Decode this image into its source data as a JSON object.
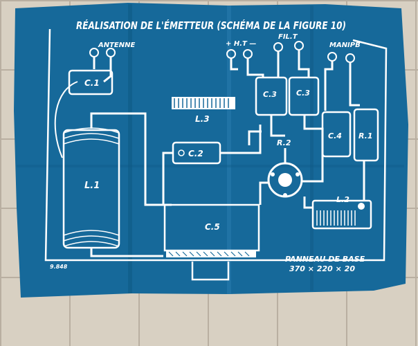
{
  "title": "RÉALISATION DE L'ÉMETTEUR (SCHÉMA DE LA FIGURE 10)",
  "labels": {
    "antenne": "ANTENNE",
    "c1": "C.1",
    "l1": "L.1",
    "l3": "L.3",
    "c2": "C.2",
    "c3a": "C.3",
    "c3b": "C.3",
    "c4": "C.4",
    "r1": "R.1",
    "r2": "R.2",
    "l2": "L.2",
    "c5": "C.5",
    "ht": "+ H.T —",
    "fil": "FIL.T",
    "manip": "MANIPB",
    "panneau": "PANNEAU DE BASE",
    "dims": "370 × 220 × 20",
    "ref": "9.848"
  },
  "colors": {
    "paper": "#16699a",
    "paper_dark": "#0f5a86",
    "line": "#ffffff"
  }
}
